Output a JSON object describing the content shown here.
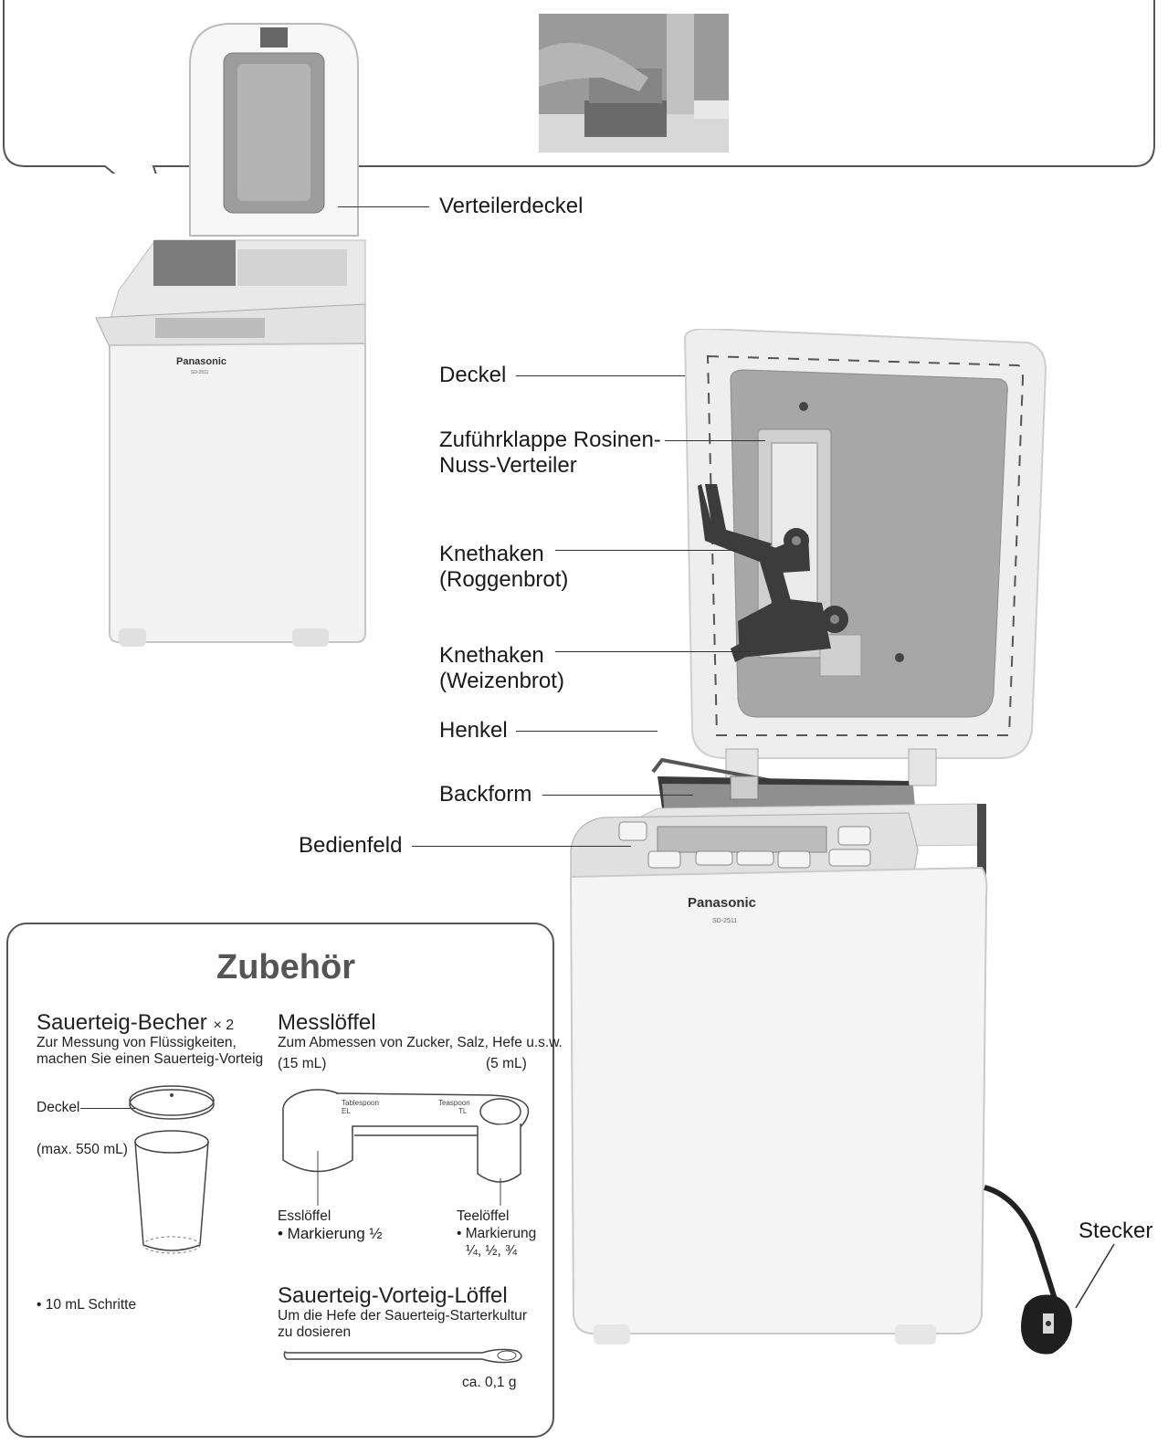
{
  "labels": {
    "lid_dispenser": "Verteilerdeckel",
    "lid": "Deckel",
    "raisin_nut_flap": "Zuführklappe Rosinen-\nNuss-Verteiler",
    "raisin_nut_flap_l1": "Zuführklappe Rosinen-",
    "raisin_nut_flap_l2": "Nuss-Verteiler",
    "kneader_rye_l1": "Knethaken",
    "kneader_rye_l2": "(Roggenbrot)",
    "kneader_wheat_l1": "Knethaken",
    "kneader_wheat_l2": "(Weizenbrot)",
    "handle": "Henkel",
    "bread_pan": "Backform",
    "control_panel": "Bedienfeld",
    "plug": "Stecker"
  },
  "brand": {
    "name": "Panasonic",
    "model": "SD-2511"
  },
  "accessories": {
    "title": "Zubehör",
    "cup": {
      "title": "Sauerteig-Becher",
      "qty": "× 2",
      "desc_l1": "Zur Messung von Flüssigkeiten,",
      "desc_l2": "machen Sie einen Sauerteig-Vorteig",
      "lid_label": "Deckel",
      "max_label": "(max. 550 mL)",
      "steps": "• 10 mL Schritte"
    },
    "spoon": {
      "title": "Messlöffel",
      "desc": "Zum Abmessen von Zucker, Salz, Hefe u.s.w.",
      "left_vol": "(15 mL)",
      "right_vol": "(5 mL)",
      "tablespoon": "Tablespoon",
      "el": "EL",
      "teaspoon": "Teaspoon",
      "tl": "TL",
      "ess_title": "Esslöffel",
      "ess_mark": "• Markierung ½",
      "tee_title": "Teelöffel",
      "tee_mark_l1": "• Markierung",
      "tee_mark_l2": "¼, ½, ¾"
    },
    "starter_spoon": {
      "title": "Sauerteig-Vorteig-Löffel",
      "desc_l1": "Um die Hefe der Sauerteig-Starterkultur",
      "desc_l2": "zu dosieren",
      "amount": "ca. 0,1 g"
    }
  },
  "colors": {
    "outline": "#555555",
    "machine_white": "#f3f3f3",
    "metal": "#a9a9a9",
    "dark_part": "#3c3c3c"
  }
}
